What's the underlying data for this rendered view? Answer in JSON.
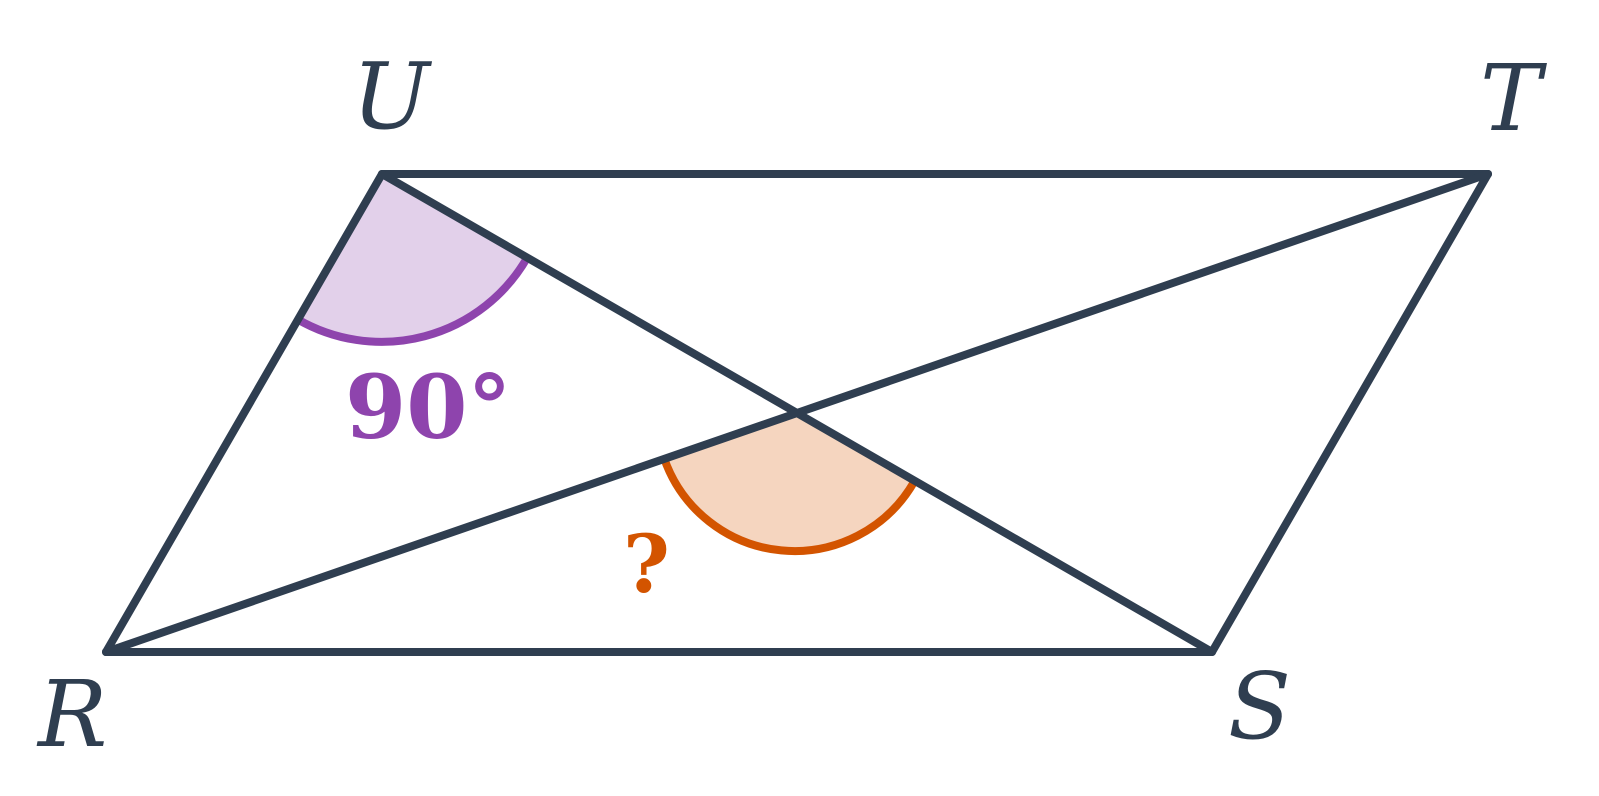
{
  "diagram": {
    "vertices": {
      "U": "U",
      "T": "T",
      "R": "R",
      "S": "S"
    },
    "angles": {
      "known": "90°",
      "unknown": "?"
    },
    "colors": {
      "line": "#2f3e50",
      "known_angle_stroke": "#8e44ad",
      "known_angle_fill": "#e2d0ea",
      "unknown_angle_stroke": "#d35400",
      "unknown_angle_fill": "#f5d5bf"
    }
  }
}
